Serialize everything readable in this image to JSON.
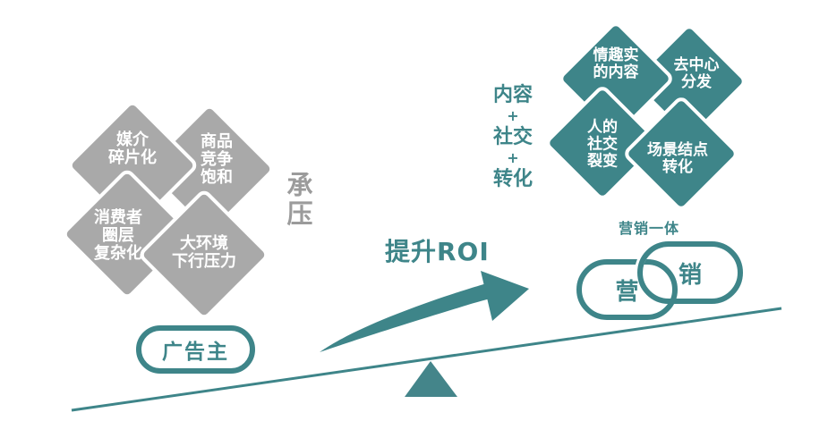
{
  "colors": {
    "teal": "#3E8589",
    "gray": "#A9A9A9",
    "pressure_gray": "#9B9B9B",
    "background": "#FFFFFF"
  },
  "left": {
    "pressure_label": "承压",
    "advertiser_label": "广告主",
    "diamonds": [
      {
        "name": "media-fragmentation",
        "lines": [
          "媒介",
          "碎片化"
        ]
      },
      {
        "name": "product-competition-saturation",
        "lines": [
          "商品",
          "竞争",
          "饱和"
        ]
      },
      {
        "name": "consumer-segmentation-complexity",
        "lines": [
          "消费者",
          "圈层",
          "复杂化"
        ]
      },
      {
        "name": "macro-downturn-pressure",
        "lines": [
          "大环境",
          "下行压力"
        ]
      }
    ]
  },
  "center": {
    "arrow_label": "提升ROI"
  },
  "right": {
    "formula_lines": [
      "内容",
      "+",
      "社交",
      "+",
      "转化"
    ],
    "rings_title": "营销一体",
    "ring_left_label": "营",
    "ring_right_label": "销",
    "diamonds": [
      {
        "name": "engaging-authentic-content",
        "lines": [
          "情趣实",
          "的内容"
        ]
      },
      {
        "name": "decentralized-distribution",
        "lines": [
          "去中心",
          "分发"
        ]
      },
      {
        "name": "people-social-fission",
        "lines": [
          "人的",
          "社交",
          "裂变"
        ]
      },
      {
        "name": "scene-node-conversion",
        "lines": [
          "场景结点",
          "转化"
        ]
      }
    ]
  }
}
